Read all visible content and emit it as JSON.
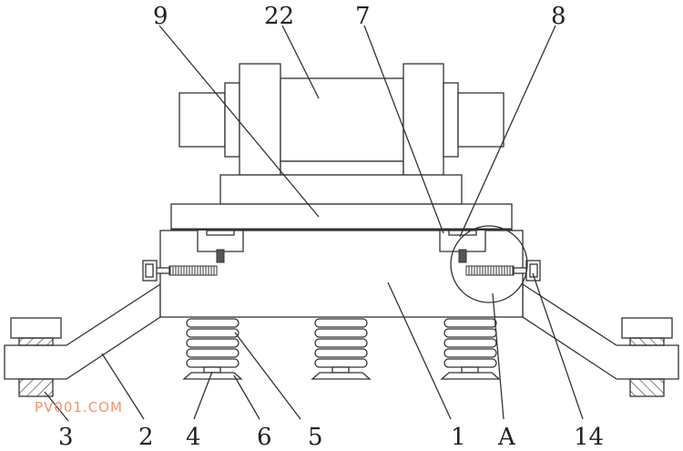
{
  "labels": {
    "l9": "9",
    "l22": "22",
    "l7": "7",
    "l8": "8",
    "l3": "3",
    "l2": "2",
    "l4": "4",
    "l6": "6",
    "l5": "5",
    "l1": "1",
    "lA": "A",
    "l14": "14"
  },
  "watermark": "PV001.COM"
}
